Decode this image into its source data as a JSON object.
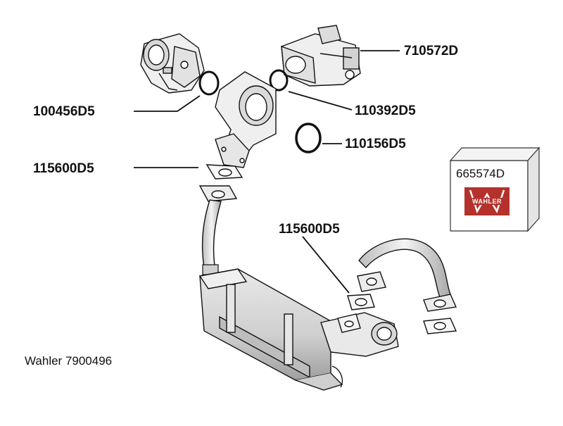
{
  "diagram": {
    "parts": {
      "egr_valve": "710572D",
      "throttle_body": "100456D5",
      "gasket_upper_right": "110392D5",
      "o_ring": "110156D5",
      "gasket_pipe_upper": "115600D5",
      "gasket_pipe_lower": "115600D5",
      "kit_box": "665574D"
    },
    "logo_text": "WAHLER",
    "caption": "Wahler 7900496",
    "colors": {
      "line": "#111111",
      "part_fill": "#f2f2f2",
      "shade": "#c8c8c8",
      "logo_red": "#b5312c",
      "box_fill": "#ffffff"
    }
  }
}
